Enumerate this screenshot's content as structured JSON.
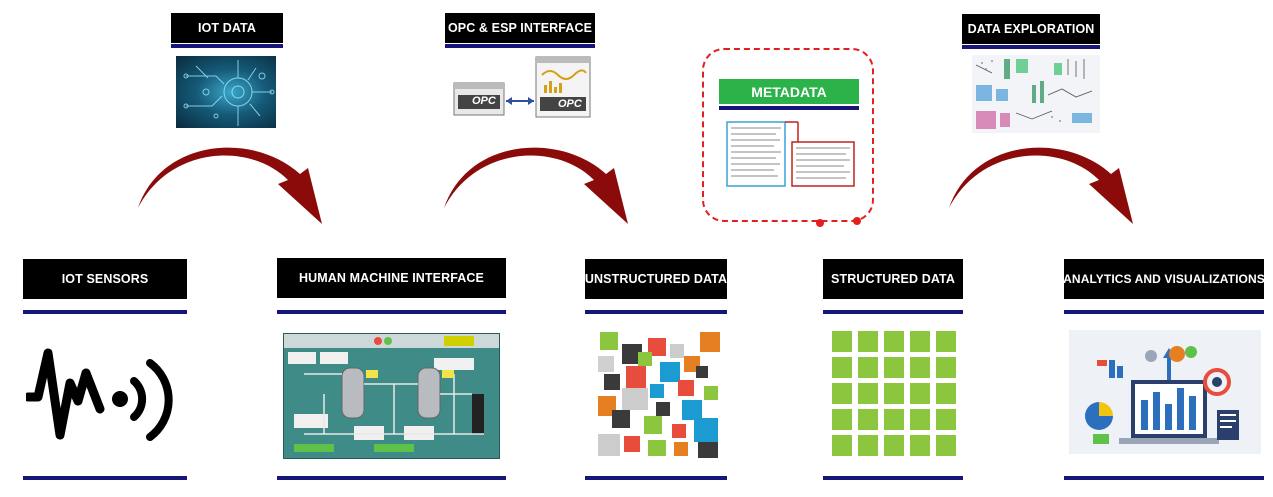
{
  "top_labels": {
    "iot_data": "IOT DATA",
    "opc_esp": "OPC & ESP INTERFACE",
    "data_exploration": "DATA EXPLORATION"
  },
  "metadata": {
    "title": "METADATA"
  },
  "bottom_labels": {
    "iot_sensors": "IOT SENSORS",
    "hmi": "HUMAN MACHINE INTERFACE",
    "unstructured": "UNSTRUCTURED DATA",
    "structured": "STRUCTURED DATA",
    "analytics": "ANALYTICS AND VISUALIZATIONS"
  },
  "opc_logo_text": "OPC",
  "colors": {
    "label_bg": "#000000",
    "underline": "#16167a",
    "arrow": "#8b0b0b",
    "metadata_green": "#2bb34a",
    "metadata_border": "#e32020",
    "structured_green": "#8cc63f"
  },
  "icons": [
    "curved-arrow-icon",
    "sensor-signal-icon",
    "opc-icon"
  ]
}
